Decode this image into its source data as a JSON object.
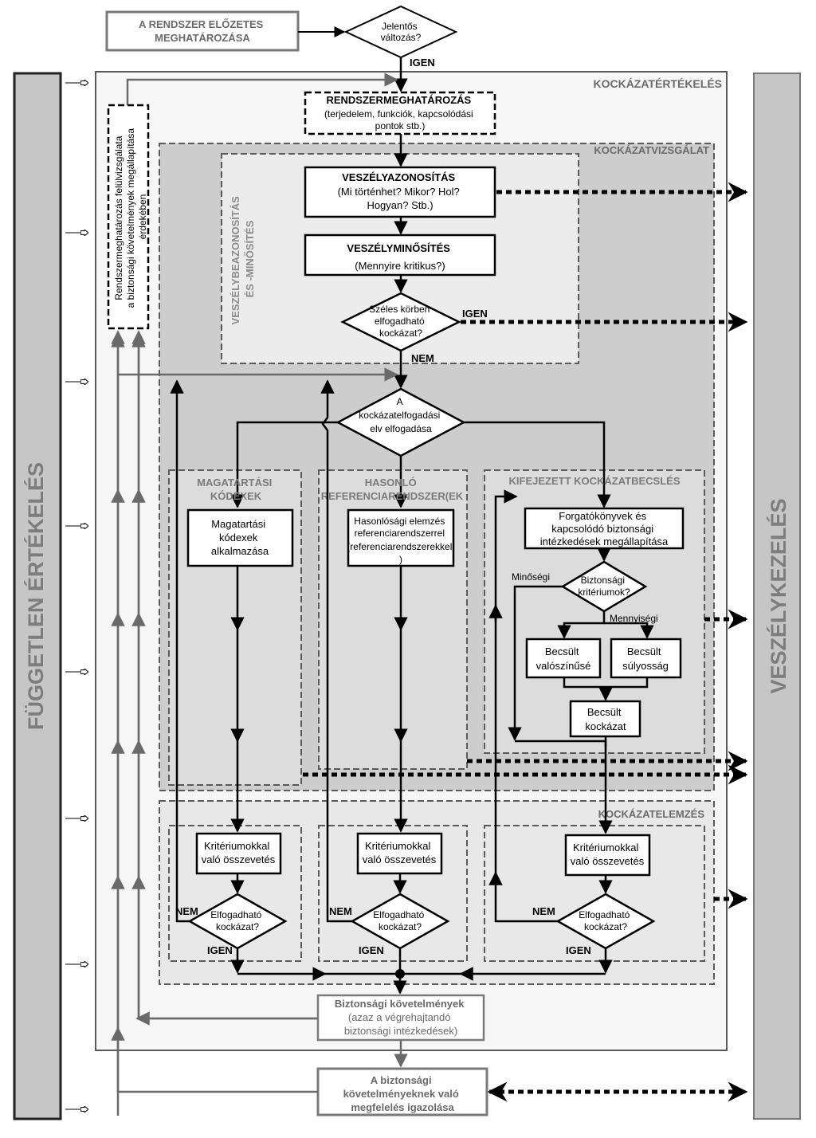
{
  "start_box": [
    "A RENDSZER ELŐZETES",
    "MEGHATÁROZÁSA"
  ],
  "decision_change": [
    "Jelentős",
    "változás?"
  ],
  "igen": "IGEN",
  "nem": "NEM",
  "risk_assessment_title": "KOCKÁZATÉRTÉKELÉS",
  "risk_examination_title": "KOCKÁZATVIZSGÁLAT",
  "risk_analysis_title": "KOCKÁZATELEMZÉS",
  "hazard_id_eval_label": [
    "VESZÉLYBEAZONOSÍTÁS",
    "ÉS -MINŐSÍTÉS"
  ],
  "system_definition": {
    "title": "RENDSZERMEGHATÁROZÁS",
    "lines": [
      "(terjedelem, funkciók, kapcsolódási",
      "pontok stb.)"
    ]
  },
  "review_box": [
    "Rendszermeghatározás felülvizsgálata",
    "a biztonsági követelmények megállapítása",
    "érdekében"
  ],
  "hazard_identification": {
    "title": "VESZÉLYAZONOSÍTÁS",
    "lines": [
      "(Mi történhet? Mikor? Hol?",
      "Hogyan? Stb.)"
    ]
  },
  "hazard_classification": {
    "title": "VESZÉLYMINŐSÍTÉS",
    "lines": [
      "(Mennyire kritikus?)"
    ]
  },
  "decision_broad": [
    "Széles körben",
    "elfogadható",
    "kockázat?"
  ],
  "decision_principle": [
    "A",
    "kockázatelfogadási",
    "elv elfogadása"
  ],
  "col1": {
    "title": [
      "MAGATARTÁSI",
      "KÓDEXEK"
    ],
    "box": [
      "Magatartási",
      "kódexek",
      "alkalmazása"
    ]
  },
  "col2": {
    "title": [
      "HASONLÓ",
      "REFERENCIARENDSZER(EK"
    ],
    "box": [
      "Hasonlósági elemzés",
      "referenciarendszerrel",
      "(referenciarendszerekkel",
      ")"
    ]
  },
  "col3": {
    "title": "KIFEJEZETT KOCKÁZATBECSLÉS",
    "scenarios": [
      "Forgatókönyvek és",
      "kapcsolódó biztonsági",
      "intézkedések megállapítása"
    ],
    "criteria_decision": [
      "Biztonsági",
      "kritériumok?"
    ],
    "qualitative": "Minőségi",
    "quantitative": "Mennyiségi",
    "frequency": [
      "Becsült",
      "valószínűsé"
    ],
    "severity": [
      "Becsült",
      "súlyosság"
    ],
    "risk": [
      "Becsült",
      "kockázat"
    ]
  },
  "compare_box": [
    "Kritériumokkal",
    "való összevetés"
  ],
  "accept_decision": [
    "Elfogadható",
    "kockázat?"
  ],
  "safety_requirements": [
    "Biztonsági követelmények",
    "(azaz a végrehajtandó",
    "biztonsági intézkedések)"
  ],
  "compliance": [
    "A biztonsági",
    "követelményeknek való",
    "megfelelés igazolása"
  ],
  "left_bar": "FÜGGETLEN ÉRTÉKELÉS",
  "right_bar": "VESZÉLYKEZELÉS"
}
